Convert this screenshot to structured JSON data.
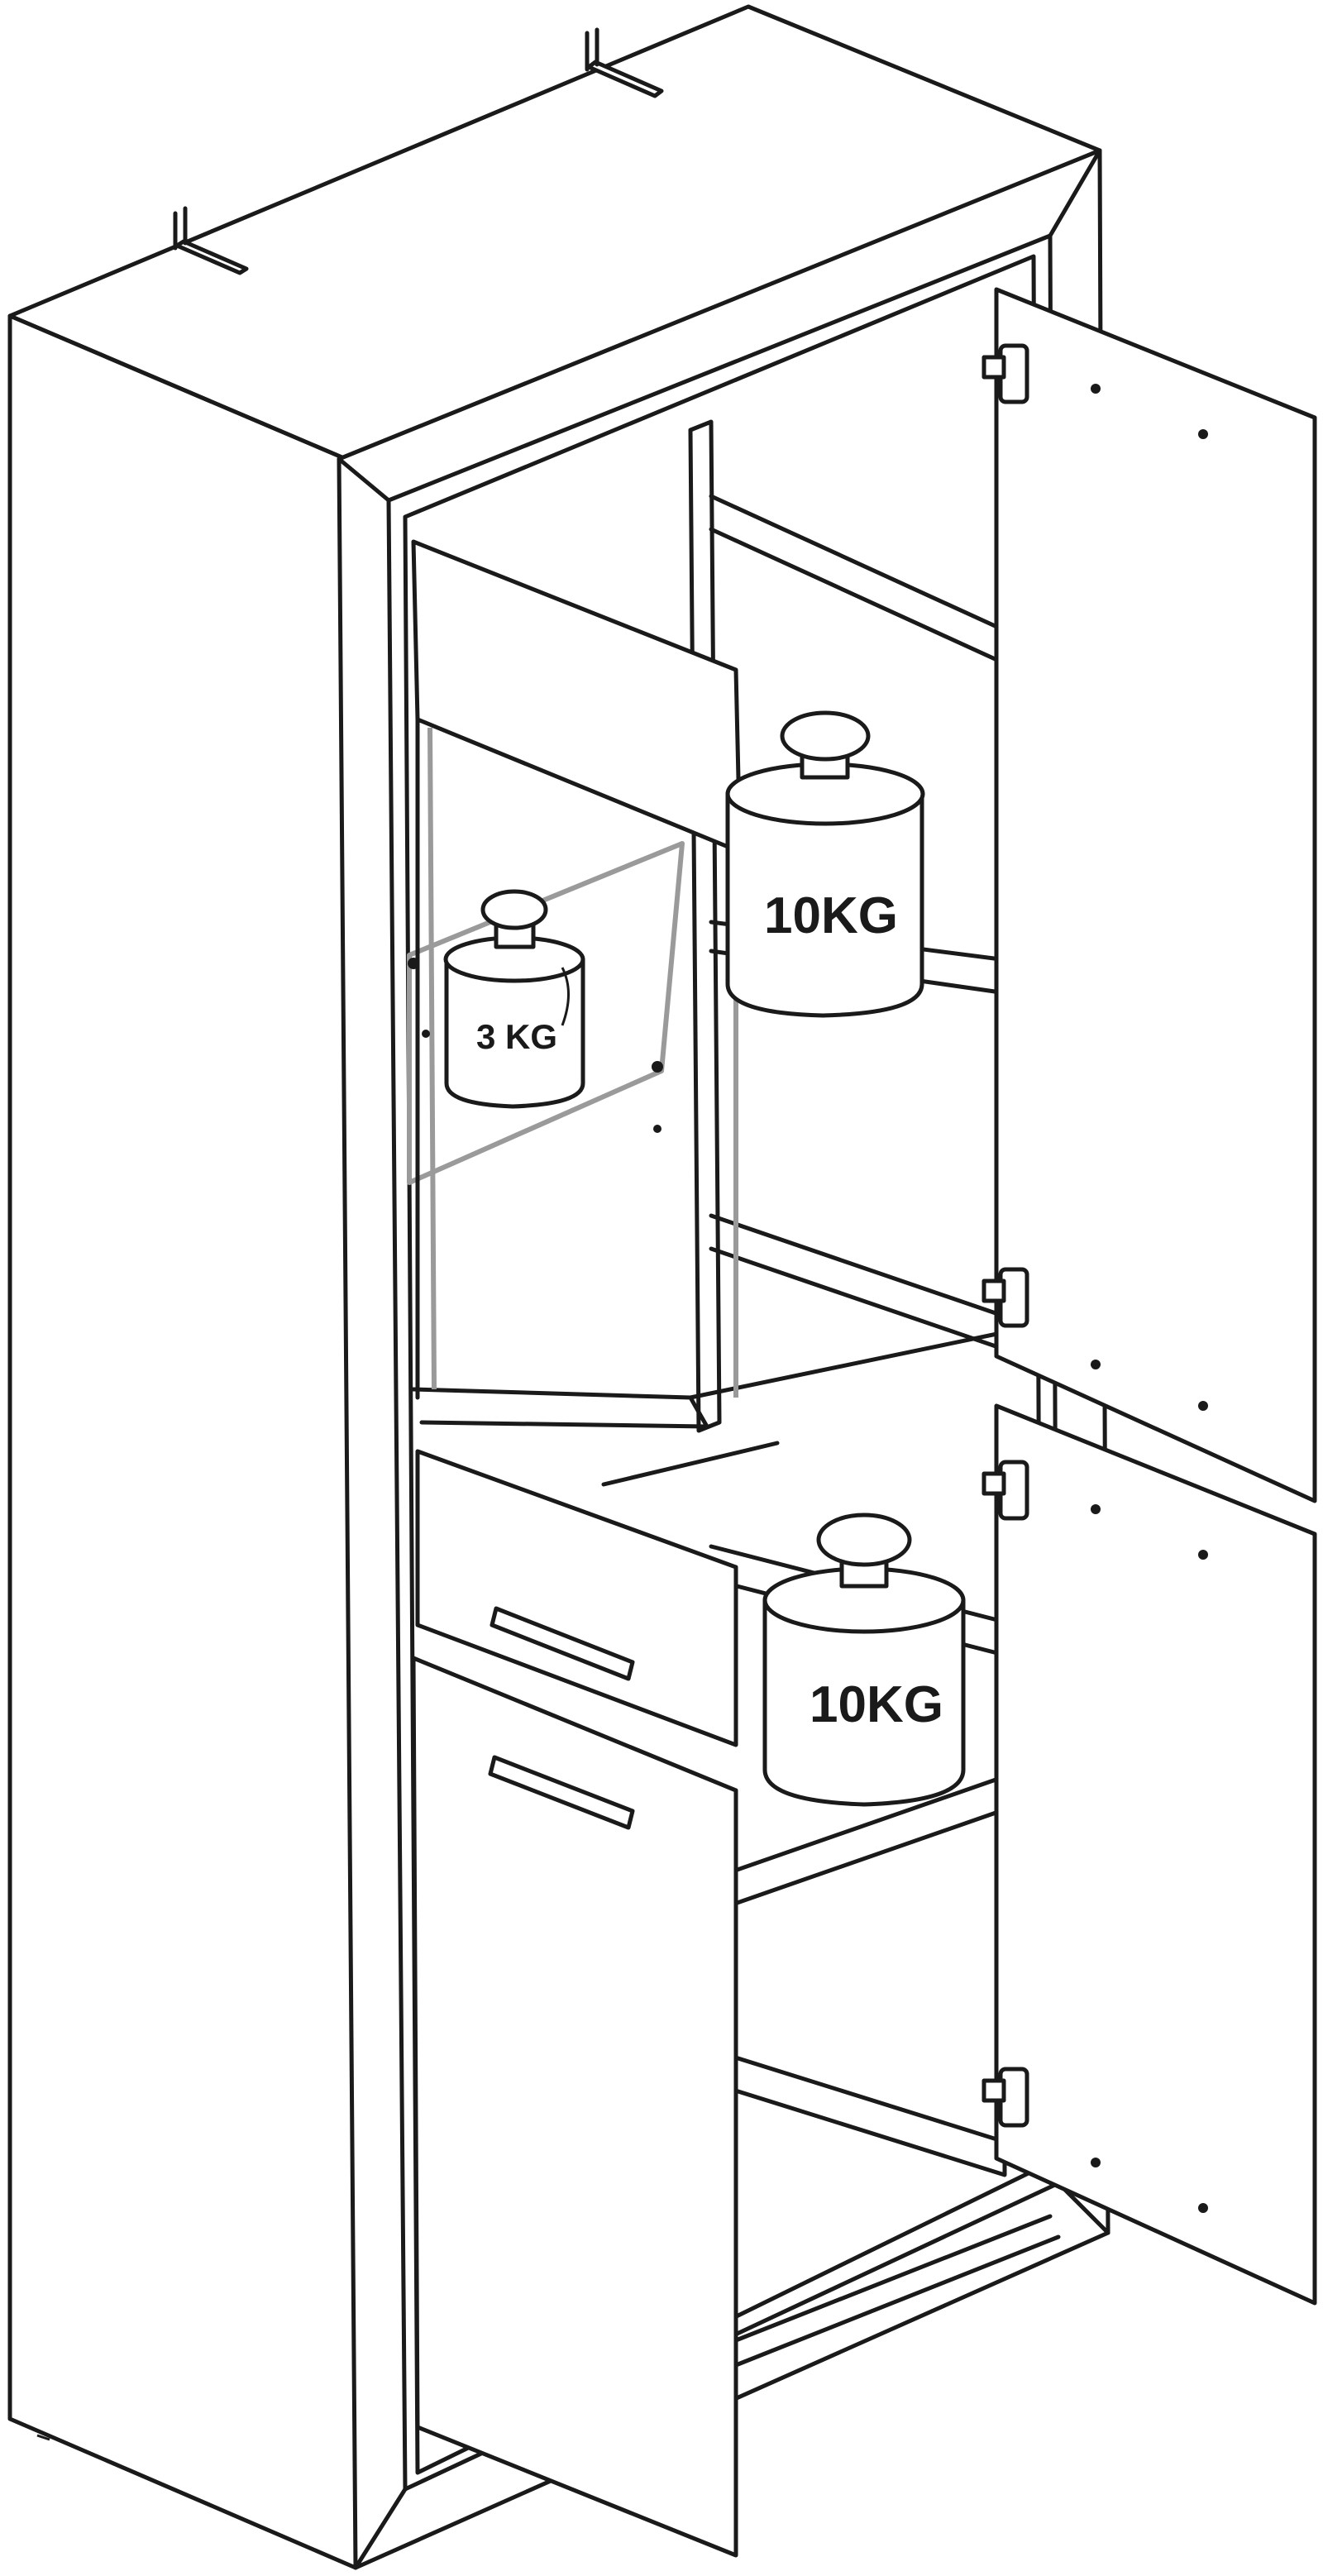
{
  "weights": {
    "glass_shelf": "3 KG",
    "upper_shelf": "10KG",
    "lower_shelf": "10KG"
  }
}
